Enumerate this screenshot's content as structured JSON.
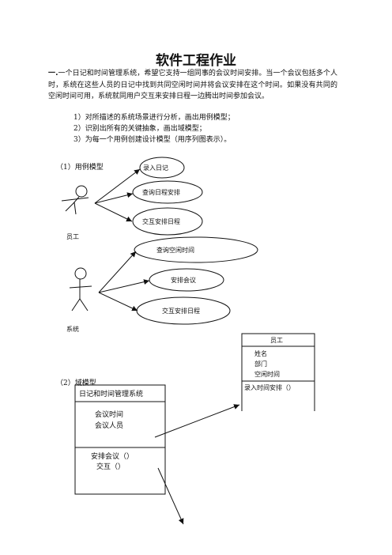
{
  "title": "软件工程作业",
  "problem": {
    "number": "一.",
    "text": "一个日记和时间管理系统，希望它支持一组同事的会议时间安排。当一个会议包括多个人时，系统在这些人员的日记中找到共同空闲时间并将会议安排在这个时间。如果没有共同的空闲时间可用，系统就同用户交互来安排日程一边腾出时间参加会议。"
  },
  "tasks": [
    "1）对所描述的系统场景进行分析，画出用例模型；",
    "2）识别出所有的关键抽象，画出域模型；",
    "3）为每一个用例创建设计模型（用序列图表示）。"
  ],
  "use_case_model": {
    "heading": "（1）用例模型",
    "actors": [
      {
        "name": "员工",
        "use_cases": [
          "录入日记",
          "查询日程安排",
          "交互安排日程"
        ]
      },
      {
        "name": "系统",
        "use_cases": [
          "查询空闲时间",
          "安排会议",
          "交互安排日程"
        ]
      }
    ]
  },
  "domain_model": {
    "heading": "（2）域模型",
    "classes": [
      {
        "name": "员工",
        "attributes": [
          "姓名",
          "部门",
          "空闲时间"
        ],
        "operations": [
          "录入时间安排（）"
        ]
      },
      {
        "name": "日记和时间管理系统",
        "attributes": [
          "会议时间",
          "会议人员"
        ],
        "operations": [
          "安排会议（）",
          "交互（）"
        ]
      }
    ]
  }
}
